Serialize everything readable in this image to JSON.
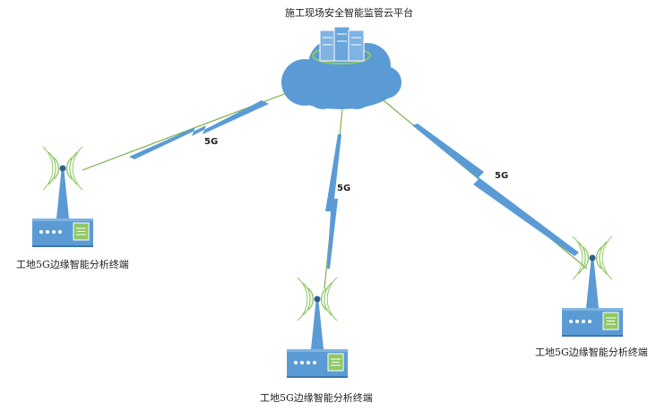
{
  "title": "施工现场安全智能监管云平台",
  "link_label": "5G",
  "terminal_label": "工地5G边缘智能分析终端",
  "colors": {
    "cloud": "#5b9bd5",
    "line": "#7fb04a",
    "bolt": "#5b9bd5",
    "device_screen": "#8fc865",
    "wave": "#8fc865"
  },
  "icons": {
    "cloud": "cloud-icon",
    "server": "server-icon",
    "terminal": "router-icon"
  }
}
